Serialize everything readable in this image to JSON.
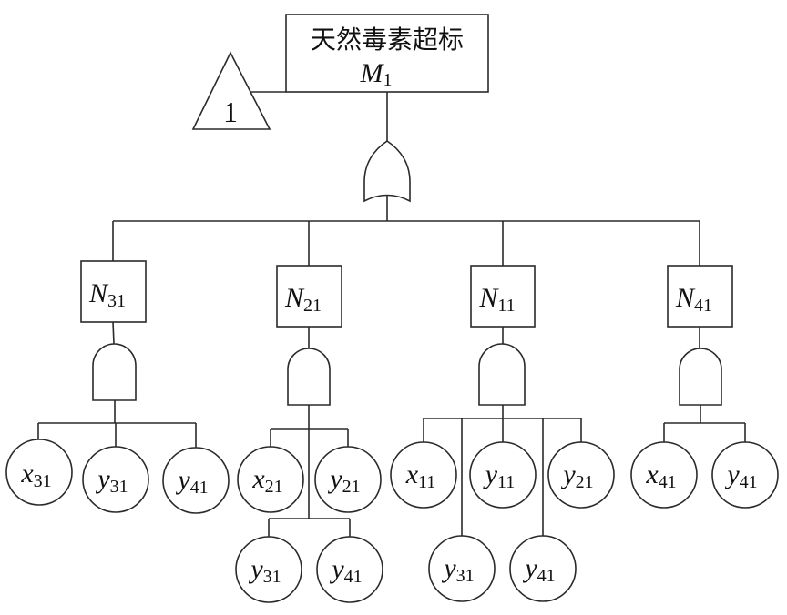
{
  "diagram": {
    "type": "fault-tree",
    "top_event": {
      "id": "M1",
      "title": "天然毒素超标",
      "symbol": "M",
      "subscript": "1",
      "gate": "OR",
      "transfer": {
        "label": "1"
      }
    },
    "intermediate_events": [
      {
        "id": "N31",
        "symbol": "N",
        "subscript": "31",
        "gate": "AND",
        "basic_events": [
          {
            "symbol": "x",
            "subscript": "31"
          },
          {
            "symbol": "y",
            "subscript": "31"
          },
          {
            "symbol": "y",
            "subscript": "41"
          }
        ]
      },
      {
        "id": "N21",
        "symbol": "N",
        "subscript": "21",
        "gate": "AND",
        "basic_events": [
          {
            "symbol": "x",
            "subscript": "21"
          },
          {
            "symbol": "y",
            "subscript": "21"
          },
          {
            "symbol": "y",
            "subscript": "31"
          },
          {
            "symbol": "y",
            "subscript": "41"
          }
        ]
      },
      {
        "id": "N11",
        "symbol": "N",
        "subscript": "11",
        "gate": "AND",
        "basic_events": [
          {
            "symbol": "x",
            "subscript": "11"
          },
          {
            "symbol": "y",
            "subscript": "11"
          },
          {
            "symbol": "y",
            "subscript": "21"
          },
          {
            "symbol": "y",
            "subscript": "31"
          },
          {
            "symbol": "y",
            "subscript": "41"
          }
        ]
      },
      {
        "id": "N41",
        "symbol": "N",
        "subscript": "41",
        "gate": "AND",
        "basic_events": [
          {
            "symbol": "x",
            "subscript": "41"
          },
          {
            "symbol": "y",
            "subscript": "41"
          }
        ]
      }
    ]
  }
}
